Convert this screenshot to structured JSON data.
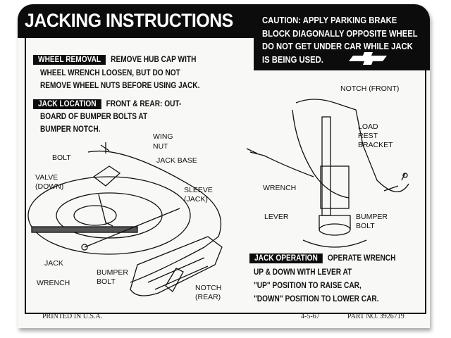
{
  "title": "JACKING INSTRUCTIONS",
  "caution": [
    "CAUTION: APPLY PARKING BRAKE",
    "BLOCK DIAGONALLY OPPOSITE WHEEL",
    "DO NOT GET UNDER CAR WHILE JACK",
    "IS BEING USED."
  ],
  "sections": {
    "wheel_removal": {
      "tag": "WHEEL REMOVAL",
      "lines": [
        "REMOVE HUB CAP WITH",
        "WHEEL WRENCH LOOSEN, BUT DO NOT",
        "REMOVE WHEEL NUTS BEFORE USING JACK."
      ]
    },
    "jack_location": {
      "tag": "JACK LOCATION",
      "lines": [
        "FRONT & REAR: OUT-",
        "BOARD OF BUMPER BOLTS AT",
        "BUMPER NOTCH."
      ]
    },
    "jack_operation": {
      "tag": "JACK OPERATION",
      "lines": [
        "OPERATE WRENCH",
        "UP & DOWN WITH LEVER AT",
        "\"UP\" POSITION TO RAISE CAR,",
        "\"DOWN\" POSITION TO LOWER CAR."
      ]
    }
  },
  "left_labels": {
    "wing": "WING",
    "nut": "NUT",
    "bolt": "BOLT",
    "jack_base": "JACK BASE",
    "valve": "VALVE",
    "valve_down": "(DOWN)",
    "sleeve": "SLEEVE",
    "sleeve_jack": "(JACK)",
    "jack": "JACK",
    "wrench": "WRENCH",
    "bumper": "BUMPER",
    "bumper_bolt": "BOLT",
    "notch": "NOTCH",
    "notch_rear": "(REAR)"
  },
  "right_labels": {
    "notch_front": "NOTCH (FRONT)",
    "load": "LOAD",
    "rest": "REST",
    "bracket": "BRACKET",
    "wrench": "WRENCH",
    "lever": "LEVER",
    "bumper": "BUMPER",
    "bumper_bolt": "BOLT"
  },
  "footer": {
    "printed": "PRINTED IN U.S.A.",
    "date": "4-5-67",
    "part": "PART NO. 3926719"
  }
}
